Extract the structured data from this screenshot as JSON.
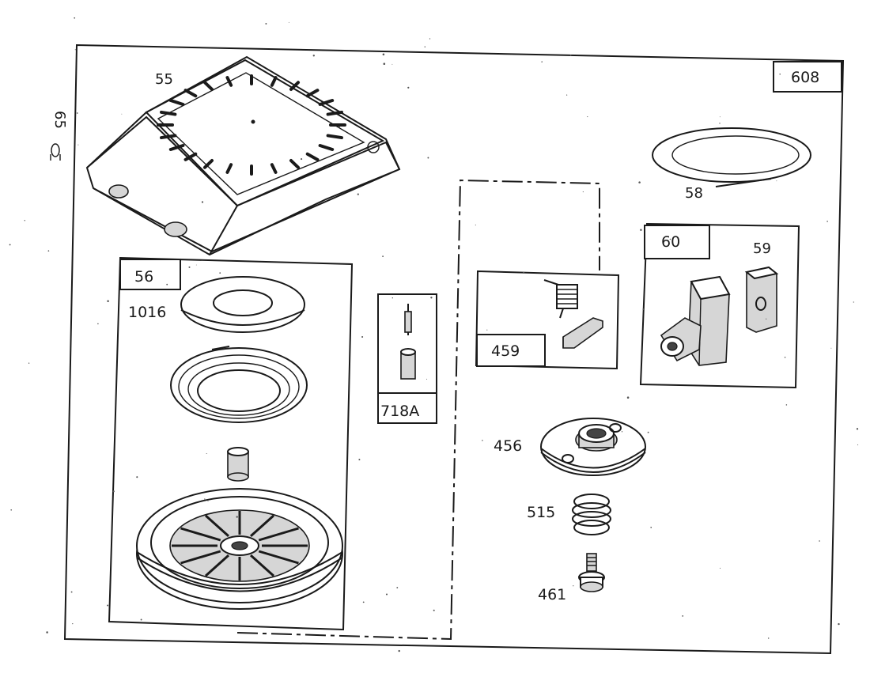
{
  "diagram": {
    "kit_label": "608",
    "side_label": "65",
    "parts": {
      "p55": "55",
      "p56": "56",
      "p1016": "1016",
      "p718A": "718A",
      "p459": "459",
      "p58": "58",
      "p60": "60",
      "p59": "59",
      "p456": "456",
      "p515": "515",
      "p461": "461"
    }
  }
}
